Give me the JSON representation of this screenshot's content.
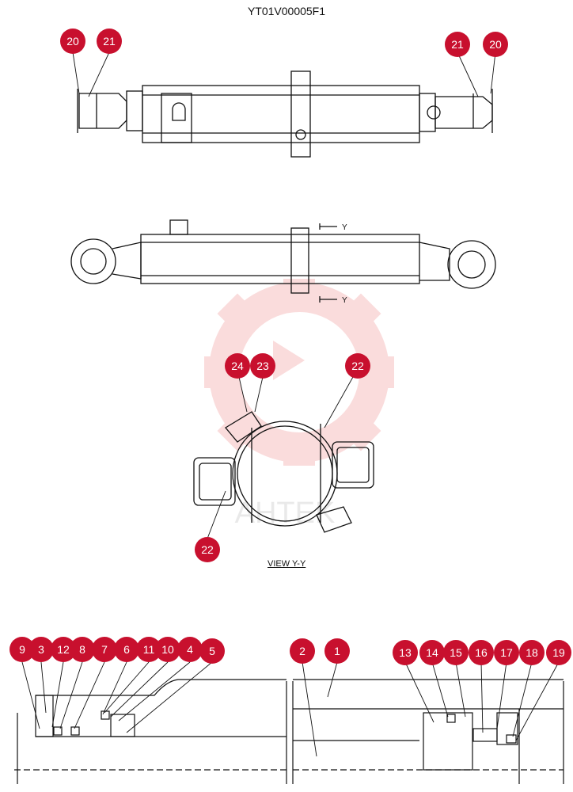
{
  "diagram": {
    "title": "YT01V00005F1",
    "view_label": "VIEW Y-Y",
    "section_marker": "Y",
    "watermark_text": "AHTEK",
    "callouts": [
      "20",
      "21",
      "21",
      "20",
      "24",
      "23",
      "22",
      "22",
      "9",
      "3",
      "12",
      "8",
      "7",
      "6",
      "11",
      "10",
      "4",
      "5",
      "2",
      "1",
      "13",
      "14",
      "15",
      "16",
      "17",
      "18",
      "19"
    ],
    "colors": {
      "callout_fill": "#c8102e",
      "callout_text": "#ffffff",
      "line": "#111111",
      "watermark": "#f4b3b3"
    }
  }
}
